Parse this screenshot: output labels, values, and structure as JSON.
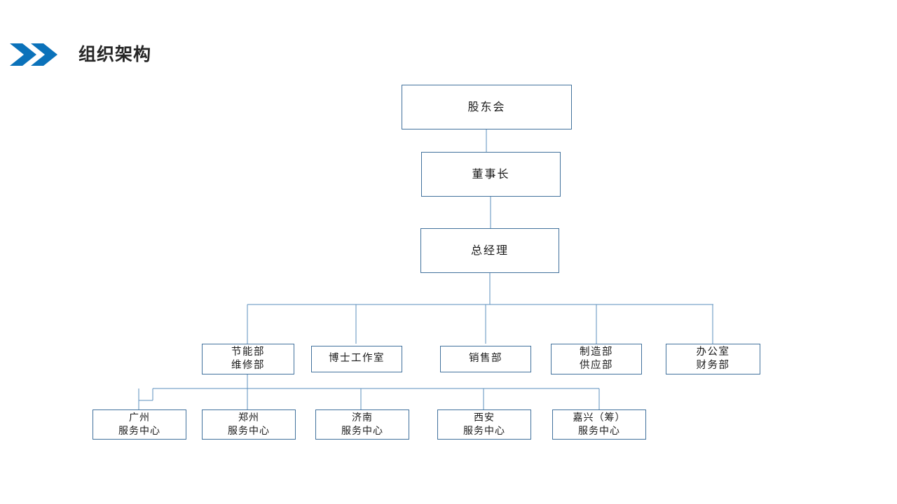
{
  "header": {
    "title": "组织架构",
    "logo_icon": "double-chevron-right-icon",
    "accent_color": "#0b72ba",
    "title_color": "#262626"
  },
  "chart_style": {
    "box_border_color": "#41719c",
    "connector_color": "#5b8fbe",
    "box_fill": "#ffffff"
  },
  "org_chart": {
    "levels": [
      {
        "name": "governance",
        "nodes": [
          {
            "id": "shareholders",
            "label": "股东会"
          }
        ]
      },
      {
        "name": "chairman",
        "nodes": [
          {
            "id": "chairman",
            "label": "董事长"
          }
        ]
      },
      {
        "name": "general-manager",
        "nodes": [
          {
            "id": "general-manager",
            "label": "总经理"
          }
        ]
      },
      {
        "name": "departments",
        "nodes": [
          {
            "id": "energy-maintenance",
            "label": "节能部\n维修部"
          },
          {
            "id": "doctoral-studio",
            "label": "博士工作室"
          },
          {
            "id": "sales",
            "label": "销售部"
          },
          {
            "id": "manufacturing-supply",
            "label": "制造部\n供应部"
          },
          {
            "id": "office-finance",
            "label": "办公室\n财务部"
          }
        ]
      },
      {
        "name": "service-centers",
        "nodes": [
          {
            "id": "guangzhou",
            "label": "广州\n服务中心"
          },
          {
            "id": "zhengzhou",
            "label": "郑州\n服务中心"
          },
          {
            "id": "jinan",
            "label": "济南\n服务中心"
          },
          {
            "id": "xian",
            "label": "西安\n服务中心"
          },
          {
            "id": "jiaxing",
            "label": "嘉兴（筹）\n服务中心"
          }
        ]
      }
    ]
  }
}
